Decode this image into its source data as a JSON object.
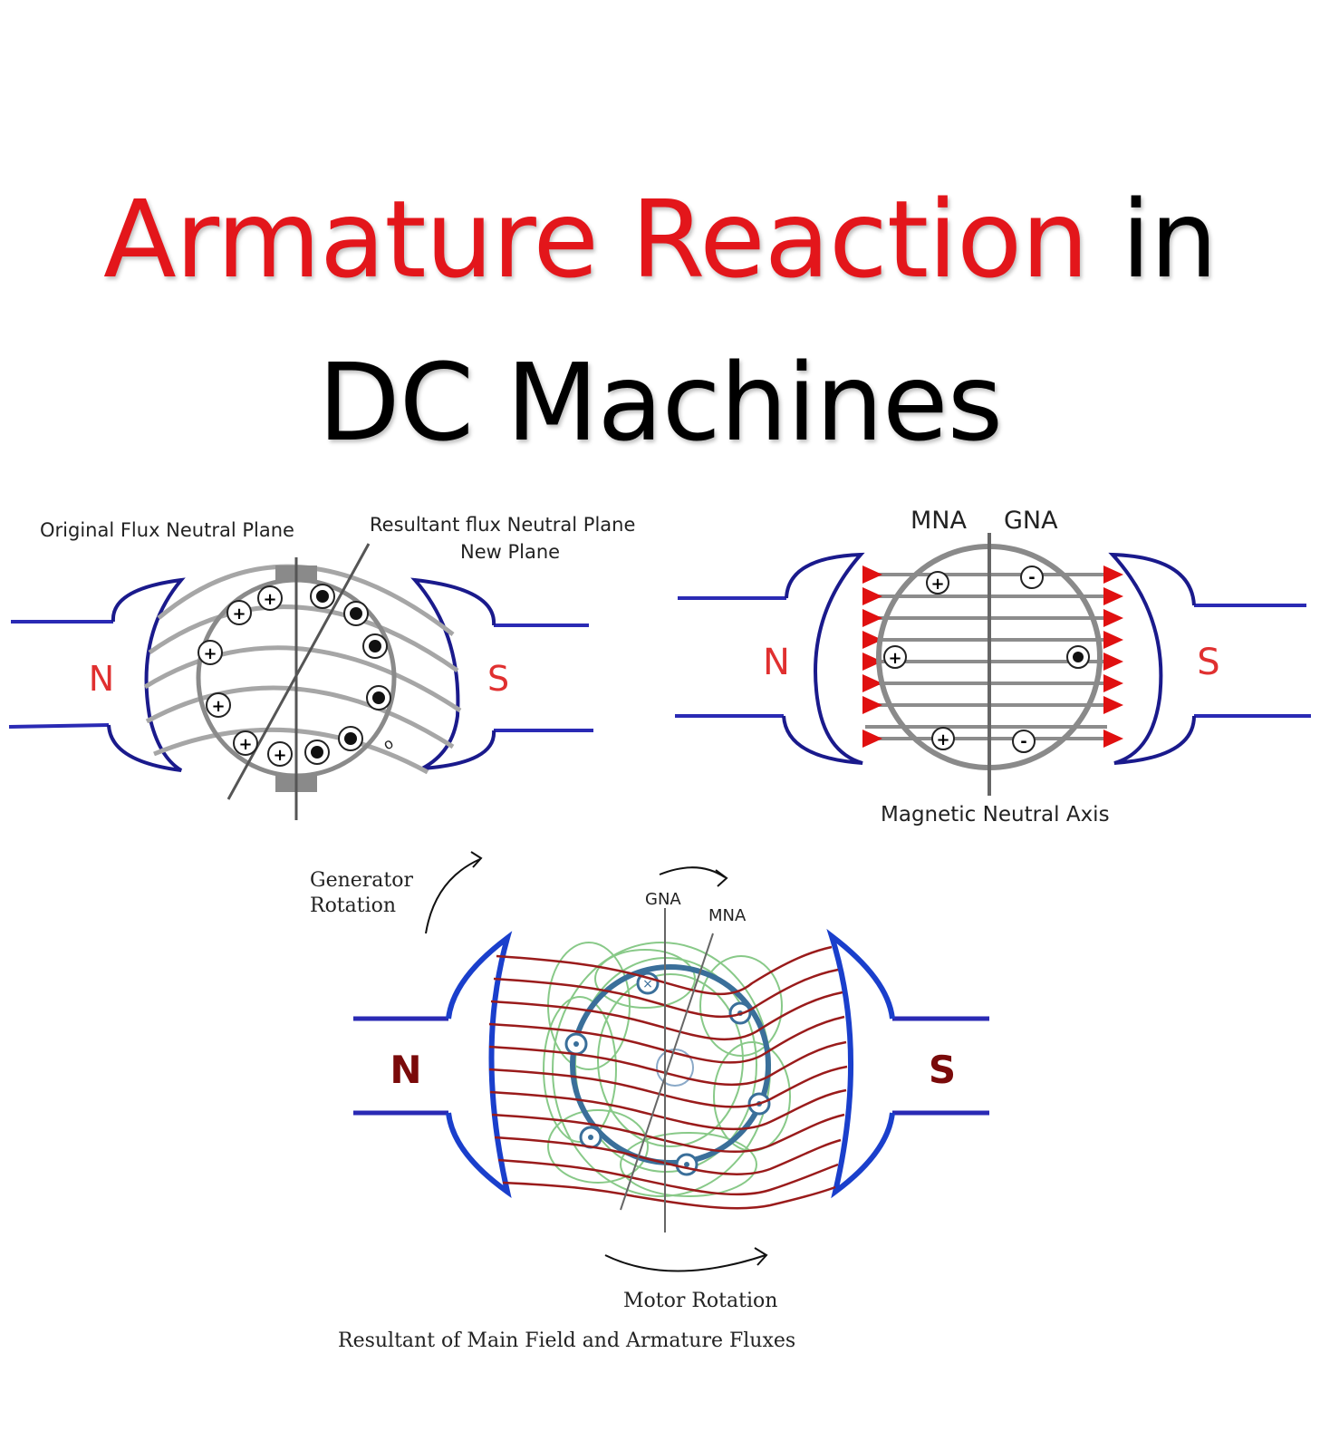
{
  "title": {
    "part1": "Armature Reaction",
    "part2": "in",
    "line2": "DC Machines"
  },
  "fig1": {
    "label_original": "Original Flux Neutral Plane",
    "label_resultant": "Resultant flux  Neutral Plane",
    "label_new": "New Plane",
    "pole_n": "N",
    "pole_s": "S",
    "plus_symbol": "+",
    "small_o": "o"
  },
  "fig2": {
    "label_mna": "MNA",
    "label_gna": "GNA",
    "label_axis": "Magnetic Neutral Axis",
    "pole_n": "N",
    "pole_s": "S",
    "plus_symbol": "+",
    "minus_symbol": "-"
  },
  "fig3": {
    "label_generator": "Generator",
    "label_rotation": "Rotation",
    "label_gna": "GNA",
    "label_mna": "MNA",
    "label_motor": "Motor Rotation",
    "label_caption": "Resultant of Main Field and Armature Fluxes",
    "pole_n": "N",
    "pole_s": "S",
    "cross_symbol": "×"
  },
  "colors": {
    "title_red": "#e3161b",
    "title_black": "#000000",
    "pole_blue": "#1a1a8c",
    "lead_blue": "#2a2ab4",
    "pole_letter_red": "#e03030",
    "flux_gray": "#999999",
    "arrow_red": "#e01010",
    "flux_dark_red": "#9a1b1b",
    "armature_green": "#7cc47c",
    "rotor_blue": "#3a6f9a",
    "pole_letter_maroon": "#7a0a0a"
  }
}
